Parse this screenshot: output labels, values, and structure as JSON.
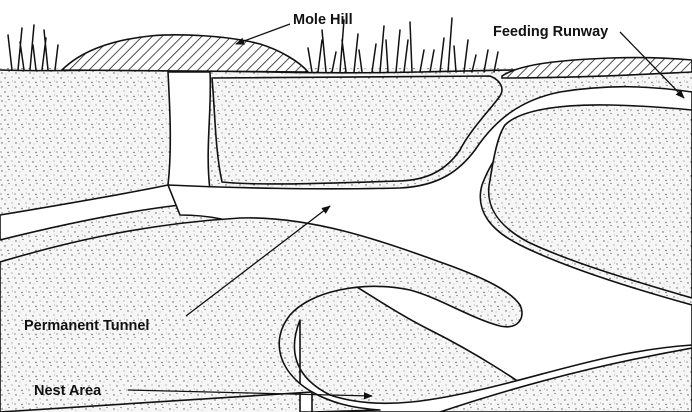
{
  "diagram": {
    "labels": {
      "mole_hill": "Mole Hill",
      "feeding_runway": "Feeding Runway",
      "permanent_tunnel": "Permanent Tunnel",
      "nest_area": "Nest Area"
    },
    "colors": {
      "ink": "#111111",
      "soil_fill": "#f4f4f4",
      "tunnel_fill": "#ffffff",
      "stipple": "#555555"
    }
  }
}
